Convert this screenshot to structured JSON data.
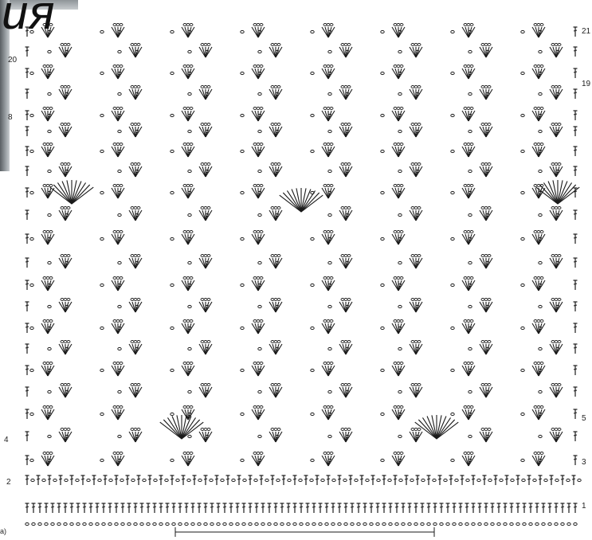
{
  "title_fragment": "ия",
  "row_numbers_left": [
    "20",
    "8",
    "4",
    "2"
  ],
  "row_numbers_right": [
    "21",
    "19",
    "5",
    "3",
    "1"
  ],
  "footer_fragment": "a)",
  "repeat_label": "",
  "colors": {
    "ink": "#1a1a1a",
    "background": "#ffffff",
    "photo_edge": "#8e9498"
  },
  "symbols": {
    "chain": "chain-stitch-symbol",
    "double_crochet": "double-crochet-symbol",
    "single_crochet": "single-crochet-symbol",
    "shell": "shell-cluster-symbol",
    "fan": "pineapple-fan-symbol"
  }
}
